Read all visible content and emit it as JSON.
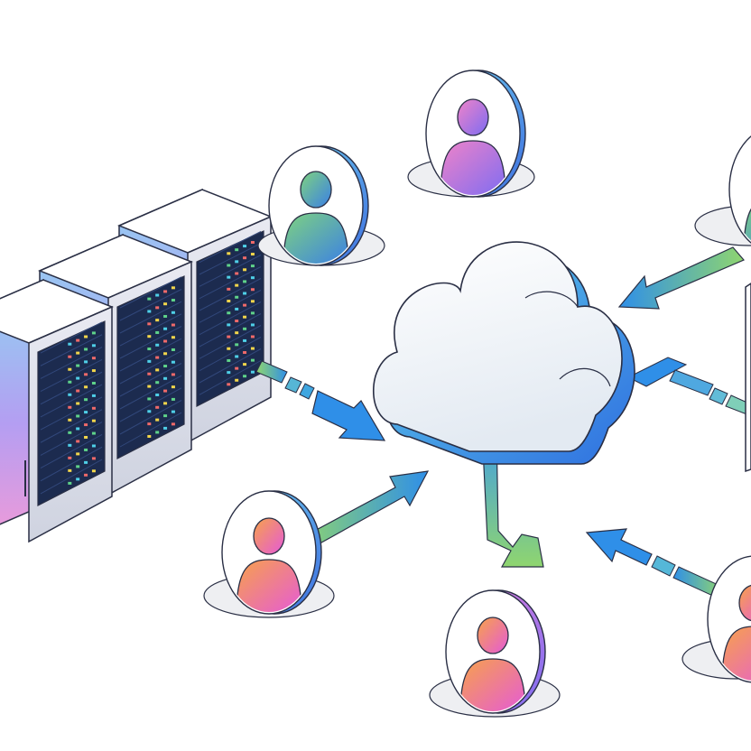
{
  "colors": {
    "outline": "#2a2f45",
    "shadow": "#eeeff2",
    "rack_dark": "#1c2b4f",
    "led_yellow": "#f2d64b",
    "led_green": "#5fd38a",
    "led_cyan": "#4fd0e8",
    "led_red": "#f06a6a",
    "blue": "#2f8fe8",
    "green": "#7fd07a",
    "pink": "#e46ad6",
    "orange": "#f59a55",
    "purple": "#8a6cf2"
  },
  "icons": {
    "server": "server-rack-icon",
    "cloud": "cloud-icon",
    "user": "user-avatar-icon",
    "arrow": "data-flow-arrow-icon"
  },
  "diagram": {
    "server_racks": 3,
    "users": 6,
    "flows": [
      {
        "from": "servers",
        "to": "cloud"
      },
      {
        "from": "user-lower-left",
        "to": "cloud"
      },
      {
        "from": "cloud",
        "to": "user-bottom"
      },
      {
        "from": "user-upper-right",
        "to": "cloud"
      },
      {
        "from": "user-lower-right",
        "to": "cloud"
      },
      {
        "from": "cloud",
        "to": "device-right"
      }
    ]
  }
}
